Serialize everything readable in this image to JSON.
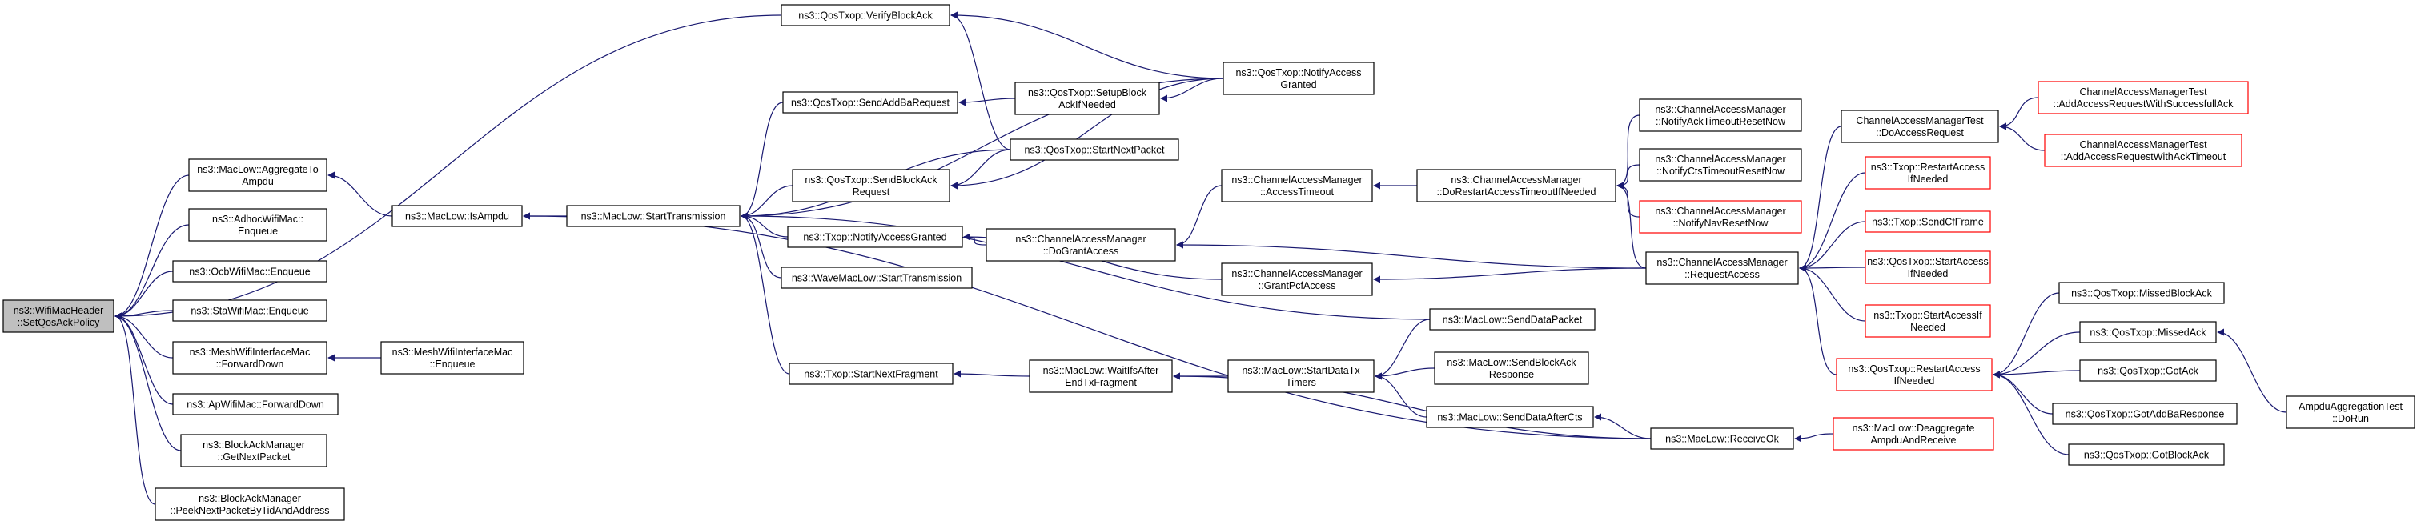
{
  "colors": {
    "edge": "#191970",
    "node_border": "#000000",
    "node_border_incomplete": "#ff0000",
    "root_fill": "#bfbfbf",
    "node_fill": "#ffffff"
  },
  "nodes": {
    "root": {
      "label": [
        "ns3::WifiMacHeader",
        "::SetQosAckPolicy"
      ]
    },
    "verifyBlockAck": {
      "label": [
        "ns3::QosTxop::VerifyBlockAck"
      ]
    },
    "aggregateToAmpdu": {
      "label": [
        "ns3::MacLow::AggregateTo",
        "Ampdu"
      ]
    },
    "adhocEnqueue": {
      "label": [
        "ns3::AdhocWifiMac::",
        "Enqueue"
      ]
    },
    "ocbEnqueue": {
      "label": [
        "ns3::OcbWifiMac::Enqueue"
      ]
    },
    "staEnqueue": {
      "label": [
        "ns3::StaWifiMac::Enqueue"
      ]
    },
    "meshForwardDown": {
      "label": [
        "ns3::MeshWifiInterfaceMac",
        "::ForwardDown"
      ]
    },
    "apForwardDown": {
      "label": [
        "ns3::ApWifiMac::ForwardDown"
      ]
    },
    "blockAckGetNext": {
      "label": [
        "ns3::BlockAckManager",
        "::GetNextPacket"
      ]
    },
    "blockAckPeek": {
      "label": [
        "ns3::BlockAckManager",
        "::PeekNextPacketByTidAndAddress"
      ]
    },
    "isAmpdu": {
      "label": [
        "ns3::MacLow::IsAmpdu"
      ]
    },
    "meshEnqueue": {
      "label": [
        "ns3::MeshWifiInterfaceMac",
        "::Enqueue"
      ]
    },
    "startTransmission": {
      "label": [
        "ns3::MacLow::StartTransmission"
      ]
    },
    "sendAddBaRequest": {
      "label": [
        "ns3::QosTxop::SendAddBaRequest"
      ]
    },
    "sendBlockAckRequest": {
      "label": [
        "ns3::QosTxop::SendBlockAck",
        "Request"
      ]
    },
    "txopNotifyAccessGranted": {
      "label": [
        "ns3::Txop::NotifyAccessGranted"
      ]
    },
    "waveStartTransmission": {
      "label": [
        "ns3::WaveMacLow::StartTransmission"
      ]
    },
    "startNextFragment": {
      "label": [
        "ns3::Txop::StartNextFragment"
      ]
    },
    "setupBlockAck": {
      "label": [
        "ns3::QosTxop::SetupBlock",
        "AckIfNeeded"
      ]
    },
    "startNextPacket": {
      "label": [
        "ns3::QosTxop::StartNextPacket"
      ]
    },
    "qosNotifyAccessGranted": {
      "label": [
        "ns3::QosTxop::NotifyAccess",
        "Granted"
      ]
    },
    "doGrantAccess": {
      "label": [
        "ns3::ChannelAccessManager",
        "::DoGrantAccess"
      ]
    },
    "waitIfsAfter": {
      "label": [
        "ns3::MacLow::WaitIfsAfter",
        "EndTxFragment"
      ]
    },
    "accessTimeout": {
      "label": [
        "ns3::ChannelAccessManager",
        "::AccessTimeout"
      ]
    },
    "grantPcfAccess": {
      "label": [
        "ns3::ChannelAccessManager",
        "::GrantPcfAccess"
      ]
    },
    "startDataTxTimers": {
      "label": [
        "ns3::MacLow::StartDataTx",
        "Timers"
      ]
    },
    "sendDataPacket": {
      "label": [
        "ns3::MacLow::SendDataPacket"
      ]
    },
    "sendBlockAckResponse": {
      "label": [
        "ns3::MacLow::SendBlockAck",
        "Response"
      ]
    },
    "sendDataAfterCts": {
      "label": [
        "ns3::MacLow::SendDataAfterCts"
      ]
    },
    "doRestartAccess": {
      "label": [
        "ns3::ChannelAccessManager",
        "::DoRestartAccessTimeoutIfNeeded"
      ]
    },
    "notifyAckTimeoutReset": {
      "label": [
        "ns3::ChannelAccessManager",
        "::NotifyAckTimeoutResetNow"
      ]
    },
    "notifyCtsTimeoutReset": {
      "label": [
        "ns3::ChannelAccessManager",
        "::NotifyCtsTimeoutResetNow"
      ]
    },
    "notifyNavResetNow": {
      "label": [
        "ns3::ChannelAccessManager",
        "::NotifyNavResetNow"
      ]
    },
    "requestAccess": {
      "label": [
        "ns3::ChannelAccessManager",
        "::RequestAccess"
      ]
    },
    "receiveOk": {
      "label": [
        "ns3::MacLow::ReceiveOk"
      ]
    },
    "deaggregate": {
      "label": [
        "ns3::MacLow::Deaggregate",
        "AmpduAndReceive"
      ]
    },
    "camTestDoAccessRequest": {
      "label": [
        "ChannelAccessManagerTest",
        "::DoAccessRequest"
      ]
    },
    "txopRestartAccess": {
      "label": [
        "ns3::Txop::RestartAccess",
        "IfNeeded"
      ]
    },
    "txopSendCfFrame": {
      "label": [
        "ns3::Txop::SendCfFrame"
      ]
    },
    "qosStartAccessIfNeeded": {
      "label": [
        "ns3::QosTxop::StartAccess",
        "IfNeeded"
      ]
    },
    "txopStartAccessIfNeeded": {
      "label": [
        "ns3::Txop::StartAccessIf",
        "Needed"
      ]
    },
    "qosRestartAccess": {
      "label": [
        "ns3::QosTxop::RestartAccess",
        "IfNeeded"
      ]
    },
    "camTestSuccessful": {
      "label": [
        "ChannelAccessManagerTest",
        "::AddAccessRequestWithSuccessfullAck"
      ]
    },
    "camTestAckTimeout": {
      "label": [
        "ChannelAccessManagerTest",
        "::AddAccessRequestWithAckTimeout"
      ]
    },
    "missedBlockAck": {
      "label": [
        "ns3::QosTxop::MissedBlockAck"
      ]
    },
    "missedAck": {
      "label": [
        "ns3::QosTxop::MissedAck"
      ]
    },
    "gotAck": {
      "label": [
        "ns3::QosTxop::GotAck"
      ]
    },
    "gotAddBaResponse": {
      "label": [
        "ns3::QosTxop::GotAddBaResponse"
      ]
    },
    "gotBlockAck": {
      "label": [
        "ns3::QosTxop::GotBlockAck"
      ]
    },
    "ampduTest": {
      "label": [
        "AmpduAggregationTest",
        "::DoRun"
      ]
    }
  }
}
